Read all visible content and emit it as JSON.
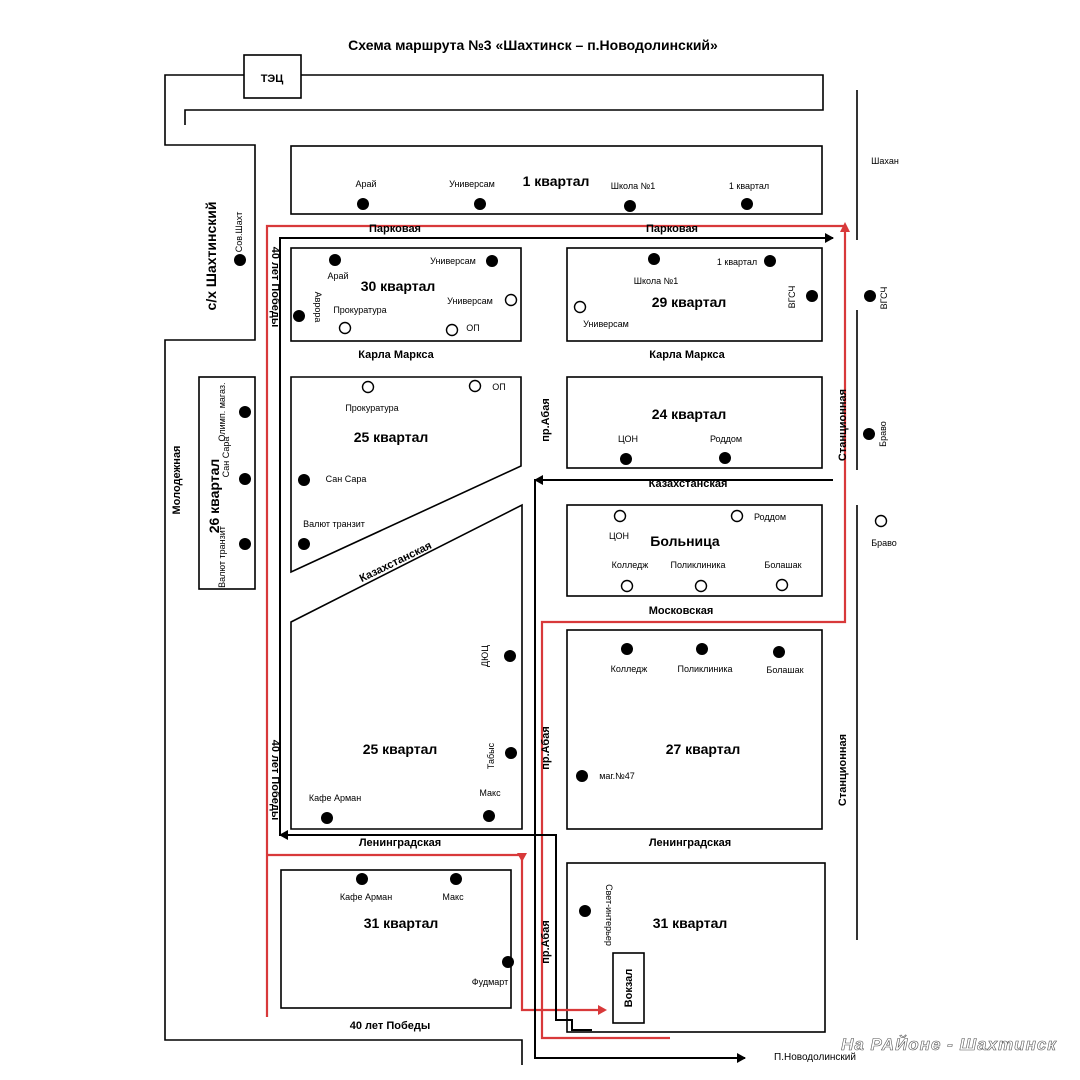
{
  "title": "Схема маршрута №3 «Шахтинск – п.Новодолинский»",
  "watermark": "На РАЙоне - Шахтинск",
  "colors": {
    "route_outbound": "#d8393a",
    "route_return": "#000000"
  },
  "places": {
    "tec": "ТЭЦ",
    "sh_district": "с/х Шахтинский",
    "vokzal": "Вокзал",
    "novodolinsky": "П.Новодолинский"
  },
  "blocks": {
    "q1": "1 квартал",
    "q30": "30 квартал",
    "q29": "29 квартал",
    "q25a": "25 квартал",
    "q24": "24 квартал",
    "q26": "26 квартал",
    "hospital": "Больница",
    "q25b": "25 квартал",
    "q27": "27 квартал",
    "q31a": "31 квартал",
    "q31b": "31 квартал"
  },
  "streets": {
    "parkovaya_1": "Парковая",
    "parkovaya_2": "Парковая",
    "karla_marksa_1": "Карла Маркса",
    "karla_marksa_2": "Карла Маркса",
    "kazakhstanskaya_1": "Казахстанская",
    "kazakhstanskaya_2": "Казахстанская",
    "moskovskaya": "Московская",
    "leningradskaya_1": "Ленинградская",
    "leningradskaya_2": "Ленинградская",
    "pobedy_bottom": "40 лет Победы",
    "pobedy_1": "40 лет Победы",
    "pobedy_2": "40 лет Победы",
    "molodezhnaya": "Молодежная",
    "pr_abaya_1": "пр.Абая",
    "pr_abaya_2": "пр.Абая",
    "pr_abaya_3": "пр.Абая",
    "stancionnaya_1": "Станционная",
    "stancionnaya_2": "Станционная"
  },
  "stops": {
    "q1_aray": "Арай",
    "q1_universam": "Универсам",
    "q1_school": "Школа №1",
    "q1_kvartal": "1 квартал",
    "shakhan": "Шахан",
    "sov_shakht": "Сов.Шахт",
    "q30_aray": "Арай",
    "q30_universam": "Универсам",
    "q30_aurora": "Аврора",
    "q30_prokuratura": "Прокуратура",
    "q30_universam2": "Универсам",
    "q30_op": "ОП",
    "q29_school": "Школа №1",
    "q29_kvartal": "1 квартал",
    "q29_vgsch": "ВГСЧ",
    "q29_universam": "Универсам",
    "vgsch_right": "ВГСЧ",
    "q25_prokuratura": "Прокуратура",
    "q25_op": "ОП",
    "q25_san_sara": "Сан Сара",
    "q25_valyut": "Валют транзит",
    "q26_olimp": "Олимп. магаз.",
    "q26_san_sara": "Сан Сара",
    "q26_valyut": "Валют транзит",
    "q24_con": "ЦОН",
    "q24_roddom": "Роддом",
    "bravo_1": "Браво",
    "bravo_2": "Браво",
    "h_con": "ЦОН",
    "h_roddom": "Роддом",
    "h_college": "Колледж",
    "h_poliklinika": "Поликлиника",
    "h_bolashak": "Болашак",
    "q27_college": "Колледж",
    "q27_poliklinika": "Поликлиника",
    "q27_bolashak": "Болашак",
    "q27_mag47": "маг.№47",
    "q25b_dyusch": "ДЮЦ",
    "q25b_tabys": "Табыс",
    "q25b_kafe": "Кафе Арман",
    "q25b_maks": "Макс",
    "q31_kafe": "Кафе Арман",
    "q31_maks": "Макс",
    "q31_fudmart": "Фудмарт",
    "q31b_svet": "Свет-интерьер"
  }
}
